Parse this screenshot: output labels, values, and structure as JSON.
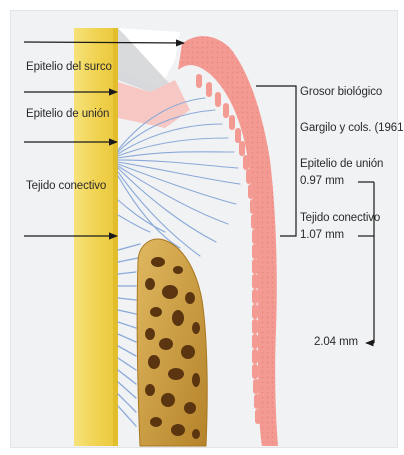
{
  "labels": {
    "epitelio_surco": "Epitelio del surco",
    "epitelio_union": "Epitelio de unión",
    "tejido_conectivo": "Tejido conectivo",
    "grosor_biologico": "Grosor biológico",
    "reference": "Gargilo y cols. (1961",
    "right_epitelio_union": "Epitelio de unión",
    "right_epitelio_union_value": "0.97 mm",
    "right_tejido_conectivo": "Tejido conectivo",
    "right_tejido_conectivo_value": "1.07 mm",
    "total": "2.04 mm"
  },
  "colors": {
    "tooth": "#f3d96a",
    "enamel": "#ffffff",
    "gingiva": "#f39a92",
    "sulcular_epithelium": "#f7c7c2",
    "fibers": "#8aa9d8",
    "bone": "#c89a3a",
    "bone_pores": "#5a3510",
    "arrows": "#1a1a1a"
  }
}
